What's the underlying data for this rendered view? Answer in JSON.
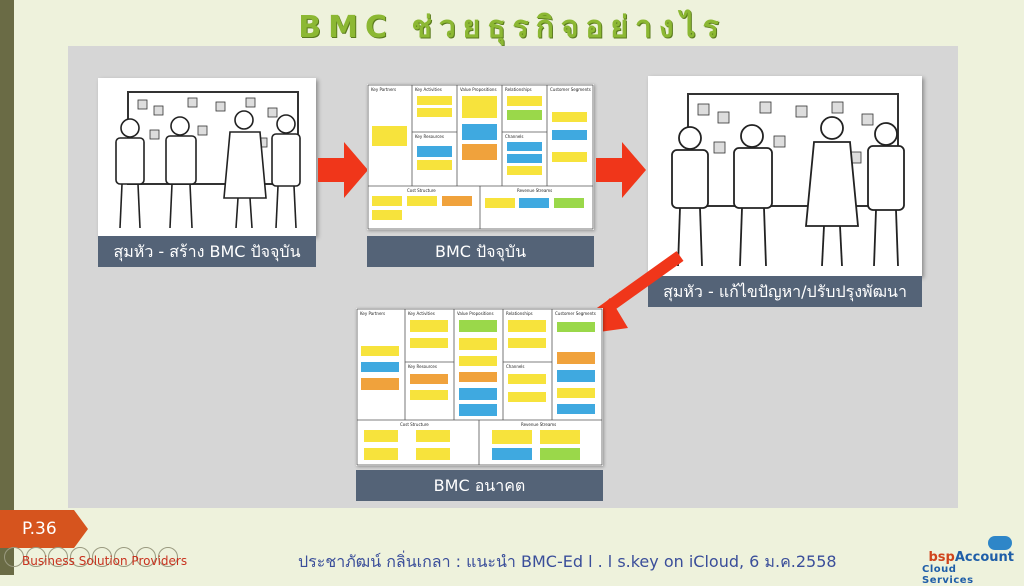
{
  "slide": {
    "title": "BMC ช่วยธุรกิจอย่างไร",
    "page_number": "P.36",
    "company": "Business Solution Providers",
    "footer": "ประชาภัฒน์ กลิ่นเกลา : แนะนำ BMC-Ed l . l s.key on iCloud, 6 ม.ค.2558",
    "logo_brand_part1": "bsp",
    "logo_brand_part2": "Account",
    "logo_sub": "Cloud Services"
  },
  "steps": {
    "brainstorm_caption": "สุมหัว - สร้าง BMC ปัจจุบัน",
    "current_caption": "BMC ปัจจุบัน",
    "improve_caption": "สุมหัว - แก้ไขปัญหา/ปรับปรุงพัฒนา",
    "future_caption": "BMC อนาคต"
  },
  "canvas_headers": {
    "key_partners": "Key Partners",
    "key_activities": "Key Activities",
    "value_propositions": "Value Propositions",
    "relationships": "Relationships",
    "customer_segments": "Customer Segments",
    "key_resources": "Key Resources",
    "channels": "Channels",
    "cost_structure": "Cost Structure",
    "revenue_streams": "Revenue Streams"
  },
  "colors": {
    "arrow": "#f0361a",
    "caption_bg": "#546377",
    "title": "#8cb833",
    "badge": "#d6541e"
  }
}
